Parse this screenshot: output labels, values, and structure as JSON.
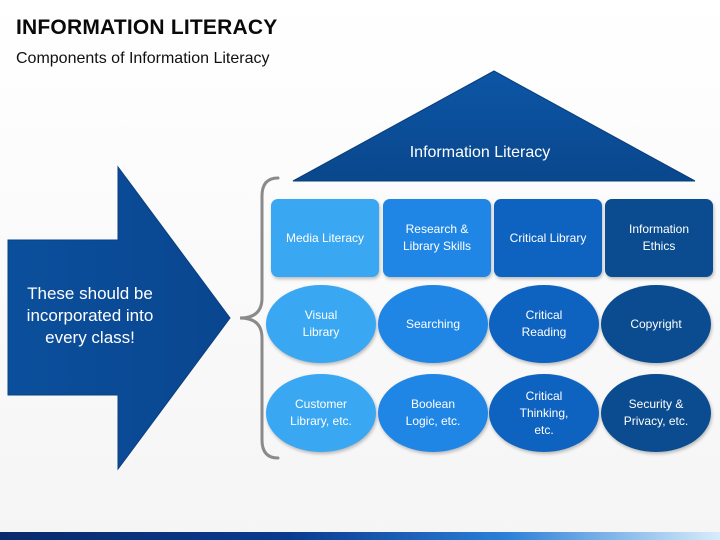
{
  "header": {
    "title": "INFORMATION LITERACY",
    "subtitle": "Components of Information Literacy"
  },
  "arrow": {
    "text": "These should be\nincorporated into\nevery class!"
  },
  "roof": {
    "label": "Information Literacy"
  },
  "columns": [
    {
      "header": "Media Literacy",
      "item1": "Visual\nLibrary",
      "item2": "Customer\nLibrary, etc."
    },
    {
      "header": "Research &\nLibrary Skills",
      "item1": "Searching",
      "item2": "Boolean\nLogic, etc."
    },
    {
      "header": "Critical Library",
      "item1": "Critical\nReading",
      "item2": "Critical\nThinking,\netc."
    },
    {
      "header": "Information\nEthics",
      "item1": "Copyright",
      "item2": "Security &\nPrivacy, etc."
    }
  ],
  "colors": {
    "arrow": "#0a4c96",
    "roof": "#0a4c96",
    "column_1": "#3aa7f3",
    "column_2": "#1f86e6",
    "column_3": "#0f63c0",
    "column_4": "#0a4c8f",
    "bracket": "#888888"
  }
}
